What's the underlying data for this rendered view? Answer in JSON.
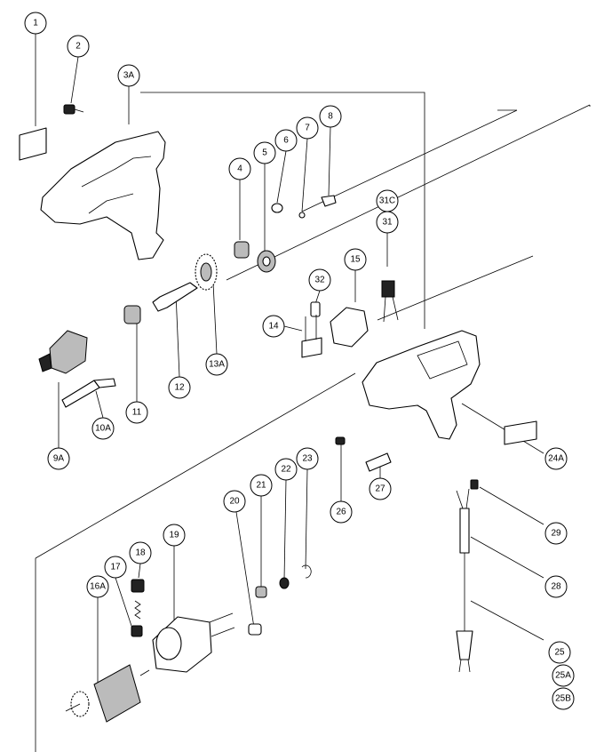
{
  "diagram": {
    "callouts": [
      {
        "id": "c1",
        "label": "1"
      },
      {
        "id": "c2",
        "label": "2"
      },
      {
        "id": "c3A",
        "label": "3A"
      },
      {
        "id": "c4",
        "label": "4"
      },
      {
        "id": "c5",
        "label": "5"
      },
      {
        "id": "c6",
        "label": "6"
      },
      {
        "id": "c7",
        "label": "7"
      },
      {
        "id": "c8",
        "label": "8"
      },
      {
        "id": "c31C",
        "label": "31C"
      },
      {
        "id": "c31",
        "label": "31"
      },
      {
        "id": "c15",
        "label": "15"
      },
      {
        "id": "c32",
        "label": "32"
      },
      {
        "id": "c14",
        "label": "14"
      },
      {
        "id": "c13A",
        "label": "13A"
      },
      {
        "id": "c12",
        "label": "12"
      },
      {
        "id": "c11",
        "label": "11"
      },
      {
        "id": "c10A",
        "label": "10A"
      },
      {
        "id": "c9A",
        "label": "9A"
      },
      {
        "id": "c24A",
        "label": "24A"
      },
      {
        "id": "c26",
        "label": "26"
      },
      {
        "id": "c27",
        "label": "27"
      },
      {
        "id": "c29",
        "label": "29"
      },
      {
        "id": "c28",
        "label": "28"
      },
      {
        "id": "c25",
        "label": "25"
      },
      {
        "id": "c25A",
        "label": "25A"
      },
      {
        "id": "c25B",
        "label": "25B"
      },
      {
        "id": "c20",
        "label": "20"
      },
      {
        "id": "c21",
        "label": "21"
      },
      {
        "id": "c22",
        "label": "22"
      },
      {
        "id": "c23",
        "label": "23"
      },
      {
        "id": "c19",
        "label": "19"
      },
      {
        "id": "c18",
        "label": "18"
      },
      {
        "id": "c17",
        "label": "17"
      },
      {
        "id": "c16A",
        "label": "16A"
      }
    ]
  }
}
